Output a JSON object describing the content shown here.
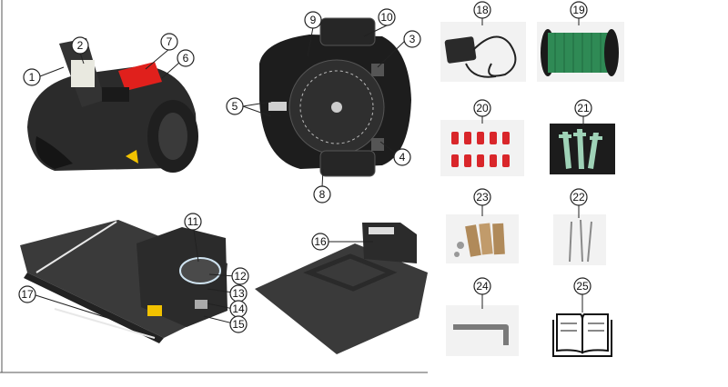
{
  "callouts": {
    "c1": "1",
    "c2": "2",
    "c3": "3",
    "c4": "4",
    "c5": "5",
    "c6": "6",
    "c7": "7",
    "c8": "8",
    "c9": "9",
    "c10": "10",
    "c11": "11",
    "c12": "12",
    "c13": "13",
    "c14": "14",
    "c15": "15",
    "c16": "16",
    "c17": "17",
    "c18": "18",
    "c19": "19",
    "c20": "20",
    "c21": "21",
    "c22": "22",
    "c23": "23",
    "c24": "24",
    "c25": "25"
  },
  "colors": {
    "body": "#2b2b2b",
    "body_light": "#3d3d3d",
    "accent_red": "#e0201c",
    "warning_yellow": "#f2c200",
    "wheel": "#1f1f1f",
    "spool_green": "#2f8a55",
    "peg_red": "#d9262a",
    "peg_green": "#9fd2b7"
  }
}
